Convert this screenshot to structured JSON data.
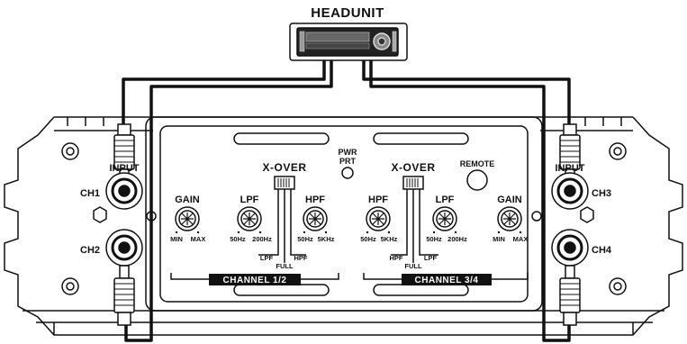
{
  "headunit_label": "HEADUNIT",
  "input_label_left": "INPUT",
  "input_label_right": "INPUT",
  "ch1": "CH1",
  "ch2": "CH2",
  "ch3": "CH3",
  "ch4": "CH4",
  "pwr_line1": "PWR",
  "pwr_line2": "PRT",
  "remote": "REMOTE",
  "channel_12": "CHANNEL 1/2",
  "channel_34": "CHANNEL 3/4",
  "left": {
    "xover": "X-OVER",
    "gain": "GAIN",
    "gain_min": "MIN",
    "gain_max": "MAX",
    "lpf": "LPF",
    "lpf_lo": "50Hz",
    "lpf_hi": "200Hz",
    "hpf": "HPF",
    "hpf_lo": "50Hz",
    "hpf_hi": "5KHz",
    "sw_lpf": "LPF",
    "sw_full": "FULL",
    "sw_hpf": "HPF"
  },
  "right": {
    "xover": "X-OVER",
    "hpf": "HPF",
    "hpf_lo": "50Hz",
    "hpf_hi": "5KHz",
    "lpf": "LPF",
    "lpf_lo": "50Hz",
    "lpf_hi": "200Hz",
    "gain": "GAIN",
    "gain_min": "MIN",
    "gain_max": "MAX",
    "sw_hpf": "HPF",
    "sw_full": "FULL",
    "sw_lpf": "LPF"
  },
  "colors": {
    "ink": "#111111",
    "paper": "#ffffff",
    "band": "#111111"
  }
}
